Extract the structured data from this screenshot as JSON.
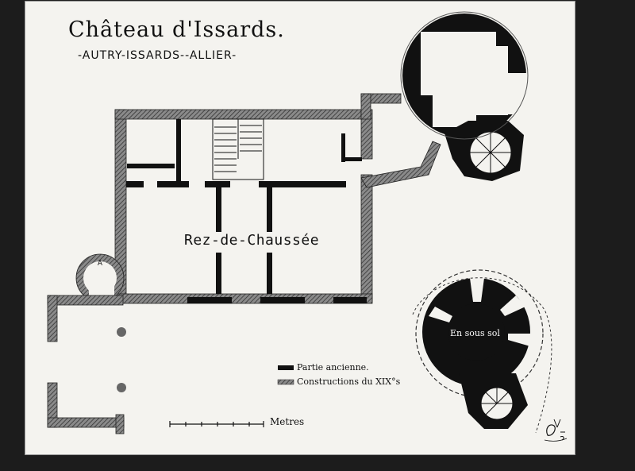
{
  "title": "Château d'Issards.",
  "subtitle": "-AUTRY-ISSARDS--ALLIER-",
  "floor_label": "Rez-de-Chaussée",
  "basement_label": "En sous sol",
  "legend": [
    {
      "label": "Partie ancienne.",
      "color": "#111111"
    },
    {
      "label": "Constructions du XIX°s",
      "color": "#666666"
    }
  ],
  "scale_label": "Metres",
  "tower_marker": "A",
  "colors": {
    "paper": "#f4f3ef",
    "ink": "#111111",
    "hatch": "#666666",
    "background": "#1c1c1c"
  }
}
